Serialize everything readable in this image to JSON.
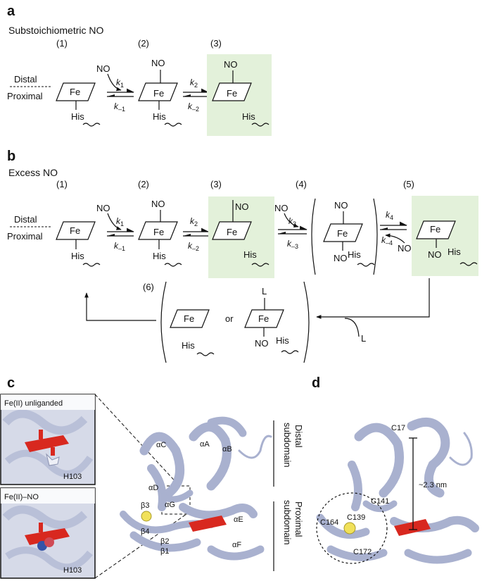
{
  "panel_a": {
    "letter": "a",
    "condition": "Substoichiometric NO",
    "steps": [
      "(1)",
      "(2)",
      "(3)"
    ],
    "distal": "Distal",
    "proximal": "Proximal",
    "fe": "Fe",
    "his": "His",
    "no": "NO",
    "k1": "k",
    "k1_sub": "1",
    "km1": "k",
    "km1_sub": "–1",
    "k2": "k",
    "k2_sub": "2",
    "km2": "k",
    "km2_sub": "–2"
  },
  "panel_b": {
    "letter": "b",
    "condition": "Excess NO",
    "steps": [
      "(1)",
      "(2)",
      "(3)",
      "(4)",
      "(5)",
      "(6)"
    ],
    "distal": "Distal",
    "proximal": "Proximal",
    "fe": "Fe",
    "his": "His",
    "no": "NO",
    "l": "L",
    "or": "or",
    "k1": "k",
    "k1_sub": "1",
    "km1": "k",
    "km1_sub": "–1",
    "k2": "k",
    "k2_sub": "2",
    "km2": "k",
    "km2_sub": "–2",
    "k3": "k",
    "k3_sub": "3",
    "km3": "k",
    "km3_sub": "–3",
    "k4": "k",
    "k4_sub": "4",
    "km4": "k",
    "km4_sub": "–4"
  },
  "panel_c": {
    "letter": "c",
    "inset1_title": "Fe(II) unliganded",
    "inset1_res": "H103",
    "inset2_title": "Fe(II)–NO",
    "inset2_res": "H103",
    "helices": [
      "αC",
      "αA",
      "αB",
      "αD",
      "αG",
      "αE",
      "αF"
    ],
    "strands": [
      "β3",
      "β4",
      "β2",
      "β1"
    ],
    "distal_label_1": "Distal",
    "distal_label_2": "subdomain",
    "proximal_label_1": "Proximal",
    "proximal_label_2": "subdomain"
  },
  "panel_d": {
    "letter": "d",
    "residues": [
      "C17",
      "C141",
      "C164",
      "C139",
      "C172"
    ],
    "distance": "~2.3 nm"
  }
}
